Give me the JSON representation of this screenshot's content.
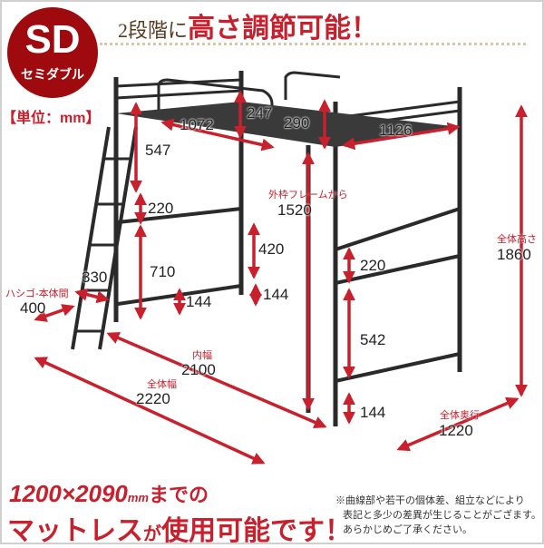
{
  "headline": {
    "prefix": "2段階に",
    "highlight": "高さ調節可能！"
  },
  "badge": {
    "size": "SD",
    "label": "セミダブル"
  },
  "unit_label": "【単位：mm】",
  "dimensions": {
    "rail_length_left": "1072",
    "rail_height_left": "247",
    "rail_height_right": "290",
    "rail_length_right": "1126",
    "guard_height": "547",
    "ladder_upper_gap": "220",
    "ladder_lower": "710",
    "ladder_offset": "330",
    "ladder_body_gap_caption": "ハシゴ-本体間",
    "ladder_body_gap": "400",
    "bar_left_bottom": "144",
    "lower_section": "420",
    "bar_mid_bottom": "144",
    "right_upper_gap": "220",
    "right_lower": "542",
    "right_bottom": "144",
    "frame_caption": "外枠フレームから",
    "frame_height": "1520",
    "total_height_caption": "全体高さ",
    "total_height": "1860",
    "inner_width_caption": "内幅",
    "inner_width": "2100",
    "total_width_caption": "全体幅",
    "total_width": "2220",
    "total_depth_caption": "全体奥行",
    "total_depth": "1220"
  },
  "mattress": {
    "size": "1200×2090",
    "unit": "mm",
    "suffix": "までの",
    "line2_a": "マットレス",
    "line2_b": "が",
    "line2_c": "使用可能です！"
  },
  "note": [
    "※曲線部や若干の個体差、組立などにより",
    "表記と多少の差異が生じることがござます。",
    "あらかじめご了承ください。"
  ],
  "colors": {
    "accent": "#c8202c",
    "badge": "#9e0a0e",
    "frame": "#2a2a2a"
  }
}
